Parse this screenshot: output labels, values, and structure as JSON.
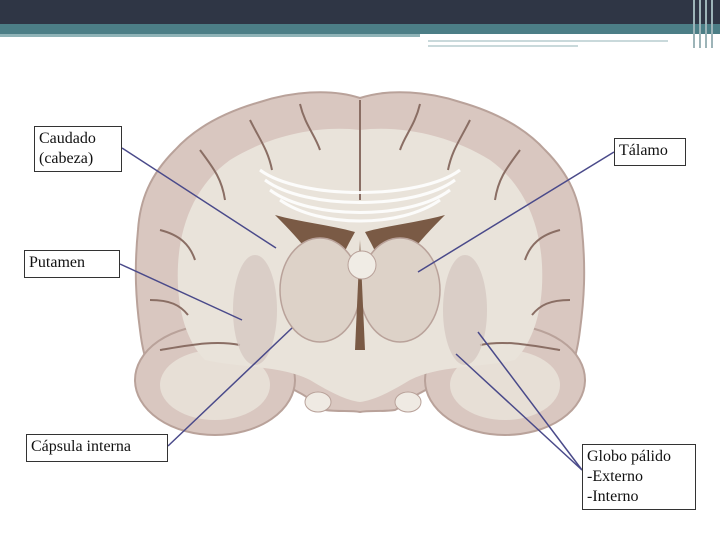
{
  "slide": {
    "labels": {
      "caudado_line1": "Caudado",
      "caudado_line2": "(cabeza)",
      "talamo": "Tálamo",
      "putamen": "Putamen",
      "capsula": "Cápsula interna",
      "globo_line1": "Globo pálido",
      "globo_line2": "-Externo",
      "globo_line3": "-Interno"
    },
    "colors": {
      "header_dark": "#2f3645",
      "header_teal": "#4c7e86",
      "brain_cortex": "#d9c7c0",
      "brain_white": "#e9e3da",
      "ventricle": "#7a5a45",
      "pointer_line": "#4a4a8a"
    }
  }
}
